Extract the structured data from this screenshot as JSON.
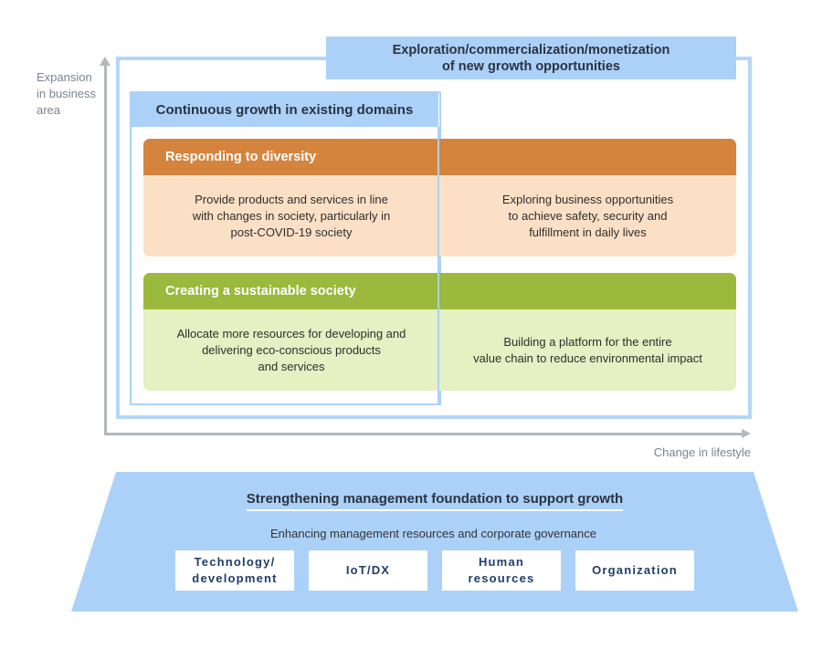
{
  "axes": {
    "y_label": "Expansion in business area",
    "x_label": "Change in lifestyle"
  },
  "new_growth": {
    "title_line1": "Exploration/commercialization/monetization",
    "title_line2": "of new growth opportunities"
  },
  "existing_domains": {
    "title": "Continuous growth in existing domains"
  },
  "bands": [
    {
      "title": "Responding to diversity",
      "color": "#d5843e",
      "body_color": "#fce0c6",
      "left_lines": [
        "Provide products and services in line",
        "with changes in society, particularly in",
        "post-COVID-19 society"
      ],
      "right_lines": [
        "Exploring business opportunities",
        "to achieve safety, security and",
        "fulfillment in daily lives"
      ]
    },
    {
      "title": "Creating a sustainable society",
      "color": "#9ab93d",
      "body_color": "#e5f0c3",
      "left_lines": [
        "Allocate more resources for developing and",
        "delivering eco-conscious products",
        "and services"
      ],
      "right_lines": [
        "Building a platform for the entire",
        "value chain to reduce environmental impact"
      ]
    }
  ],
  "foundation": {
    "title": "Strengthening management foundation to support growth",
    "subtitle": "Enhancing management resources and corporate governance",
    "pillars": [
      {
        "line1": "Technology/",
        "line2": "development"
      },
      {
        "line1": "IoT/DX",
        "line2": ""
      },
      {
        "line1": "Human",
        "line2": "resources"
      },
      {
        "line1": "Organization",
        "line2": ""
      }
    ]
  },
  "colors": {
    "frame_blue": "#b5d6f8",
    "header_blue": "#acd1f8",
    "axis_gray": "#b3b8bf",
    "pillar_text": "#1f3d6b"
  }
}
